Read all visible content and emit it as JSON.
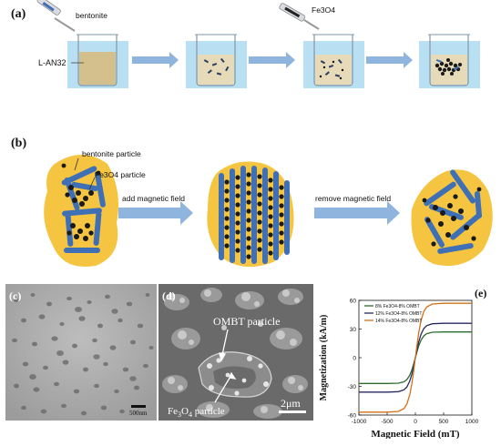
{
  "panel_a": {
    "label": "(a)",
    "bentonite_label": "bentonite",
    "fe3o4_label_main": "Fe",
    "fe3o4_label_sub1": "3",
    "fe3o4_label_mid": "O",
    "fe3o4_label_sub2": "4",
    "liquid_label": "L-AN32"
  },
  "panel_b": {
    "label": "(b)",
    "bentonite_particle_label": "bentonite particle",
    "fe3o4_particle_label": "Fe3O4 particle",
    "add_field_label": "add magnetic field",
    "remove_field_label": "remove magnetic field"
  },
  "panel_c": {
    "label": "(c)",
    "scale_label": "500nm"
  },
  "panel_d": {
    "label": "(d)",
    "ombt_label": "OMBT particle",
    "fe3o4_label": "Fe",
    "fe3o4_sub1": "3",
    "fe3o4_mid": "O",
    "fe3o4_sub2": "4",
    "fe3o4_suffix": " particle",
    "scale_label": "2μm"
  },
  "colors": {
    "arrow_blue": "#8fb4dd",
    "clay_blue": "#3f6fb5",
    "particle_black": "#1a1a1a",
    "matrix_yellow": "#f5c542",
    "water_blue": "#b9dff3",
    "series_green": "#2e6b2e",
    "series_navy": "#27295e",
    "series_orange": "#d2701b"
  },
  "chart_data": {
    "type": "line",
    "label": "(e)",
    "xlabel": "Magnetic Field (mT)",
    "ylabel": "Magnetization (kA/m)",
    "xlim": [
      -1000,
      1000
    ],
    "ylim": [
      -60,
      60
    ],
    "xticks": [
      -1000,
      -500,
      0,
      500,
      1000
    ],
    "yticks": [
      -60,
      -30,
      0,
      30,
      60
    ],
    "grid": false,
    "legend_position": "top-left",
    "series": [
      {
        "name": "8% Fe3O4-8% OMBT",
        "color": "#2e6b2e",
        "saturation": 27
      },
      {
        "name": "12% Fe3O4-8% OMBT",
        "color": "#27295e",
        "saturation": 36
      },
      {
        "name": "14% Fe3O4-8% OMBT",
        "color": "#d2701b",
        "saturation": 57
      }
    ],
    "x": [
      -1000,
      -750,
      -500,
      -300,
      -200,
      -150,
      -100,
      -60,
      -30,
      0,
      30,
      60,
      100,
      150,
      200,
      300,
      500,
      750,
      1000
    ]
  }
}
